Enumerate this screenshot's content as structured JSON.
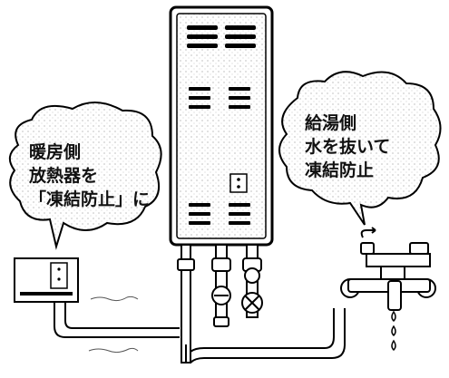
{
  "heating_bubble": {
    "lines": [
      "暖房側",
      "放熱器を",
      "「凍結防止」に"
    ]
  },
  "hot_water_bubble": {
    "lines": [
      "給湯側",
      "水を抜いて",
      "凍結防止"
    ]
  }
}
